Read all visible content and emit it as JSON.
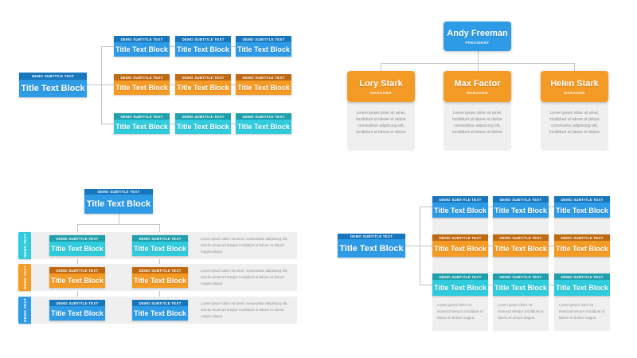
{
  "colors": {
    "blue": "#2E9BE6",
    "blue-dark": "#1876BC",
    "orange": "#F49B26",
    "orange-dark": "#BF6A12",
    "teal": "#30CBDC",
    "teal-dark": "#20A0AD",
    "panel": "#EFEFEF",
    "line": "#C4C4C4",
    "muted": "#8E8E8E",
    "bg": "#FFFFFF"
  },
  "labels": {
    "block_subtitle": "DEMO SUBTITLE TEXT",
    "block_title": "Title Text Block",
    "side_tab": "DEMO TEXT"
  },
  "top_right_chart": {
    "president": {
      "name": "Andy Freeman",
      "role": "PRESIDENT"
    },
    "managers": [
      {
        "name": "Lory Stark",
        "role": "MANAGER",
        "description": "Lorem ipsum dolor sit amet, incididunt ut labore et dolore consectetur adipiscing elit, incididunt ut labore et dolore"
      },
      {
        "name": "Max Factor",
        "role": "MANAGER",
        "description": "Lorem ipsum dolor sit amet, incididunt ut labore et dolore consectetur adipiscing elit, incididunt ut labore et dolore"
      },
      {
        "name": "Helen Stark",
        "role": "MANAGER",
        "description": "Lorem ipsum dolor sit amet, incididunt ut labore et dolore consectetur adipiscing elit, incididunt ut labore et dolore"
      }
    ]
  },
  "bottom_left_chart": {
    "row_description": "Lorem ipsum dolor sit amet, consectetur adipiscing elit, sed do eiusmod tempor incididunt ut labore et dolore magna aliqua."
  },
  "bottom_right_chart": {
    "column_description": "Lorem ipsum dolor sit eiusmod tempor incididunt ut labore et dolore magna"
  }
}
